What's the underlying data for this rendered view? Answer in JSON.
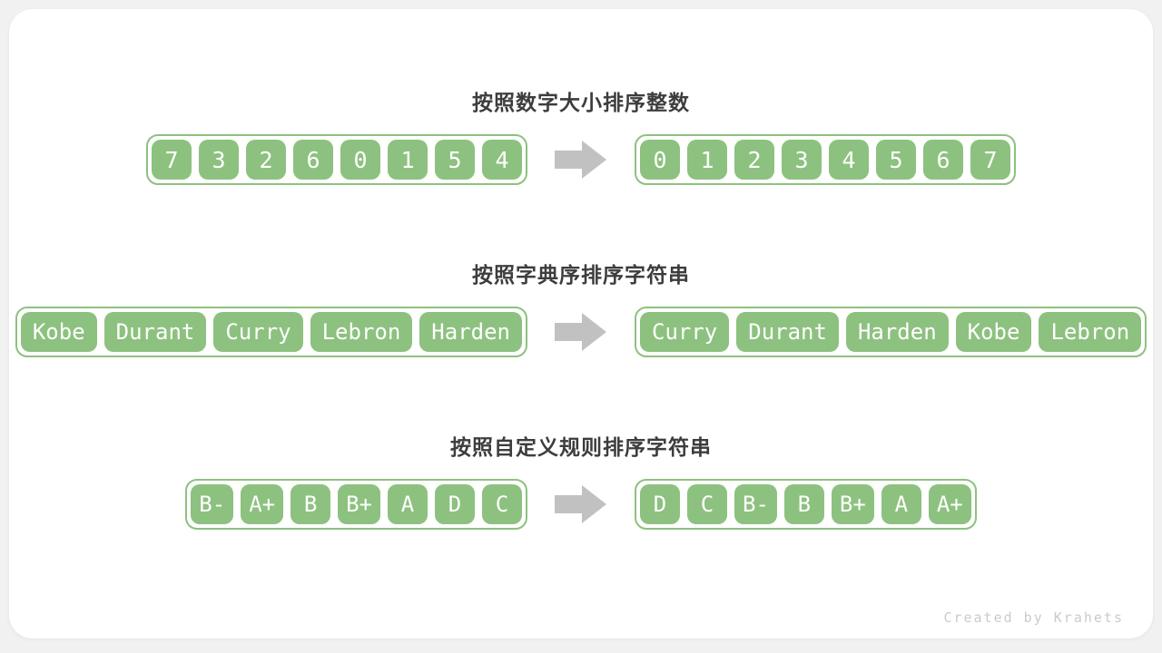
{
  "page": {
    "watermark": "Created by Krahets"
  },
  "colors": {
    "page_bg": "#f1f1f1",
    "card_bg": "#ffffff",
    "green": "#8dc17f",
    "arrow_gray": "#c1c1c1",
    "title_text": "#3d3d3d",
    "watermark_text": "#cbcbcb"
  },
  "icons": {
    "arrow": "right-block-arrow-icon"
  },
  "sections": [
    {
      "title": "按照数字大小排序整数",
      "before": [
        "7",
        "3",
        "2",
        "6",
        "0",
        "1",
        "5",
        "4"
      ],
      "after": [
        "0",
        "1",
        "2",
        "3",
        "4",
        "5",
        "6",
        "7"
      ]
    },
    {
      "title": "按照字典序排序字符串",
      "before": [
        "Kobe",
        "Durant",
        "Curry",
        "Lebron",
        "Harden"
      ],
      "after": [
        "Curry",
        "Durant",
        "Harden",
        "Kobe",
        "Lebron"
      ]
    },
    {
      "title": "按照自定义规则排序字符串",
      "before": [
        "B-",
        "A+",
        "B",
        "B+",
        "A",
        "D",
        "C"
      ],
      "after": [
        "D",
        "C",
        "B-",
        "B",
        "B+",
        "A",
        "A+"
      ]
    }
  ]
}
